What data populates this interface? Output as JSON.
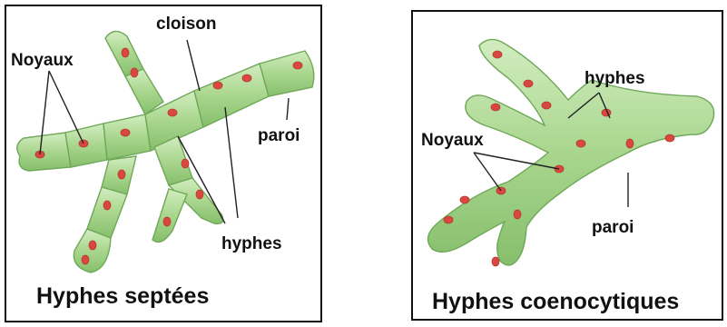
{
  "panels": {
    "septate": {
      "caption": "Hyphes septées",
      "labels": {
        "nuclei": "Noyaux",
        "septum": "cloison",
        "wall": "paroi",
        "hyphae": "hyphes"
      }
    },
    "coenocytic": {
      "caption": "Hyphes coenocytiques",
      "labels": {
        "nuclei": "Noyaux",
        "hyphae": "hyphes",
        "wall": "paroi"
      }
    }
  },
  "colors": {
    "hypha_fill": "#a9d68e",
    "hypha_edge": "#6fa858",
    "nucleus": "#d9473f",
    "frame": "#111111",
    "text": "#111111"
  }
}
